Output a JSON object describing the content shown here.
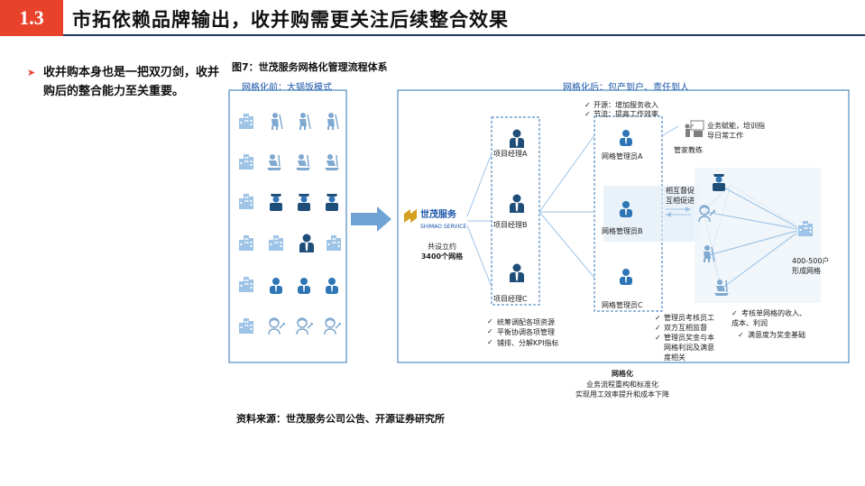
{
  "header": {
    "section_number": "1.3",
    "title": "市拓依赖品牌输出，收并购需更关注后续整合效果"
  },
  "bullet": {
    "text": "收并购本身也是一把双刃剑，收并购后的整合能力至关重要。"
  },
  "figure": {
    "title": "图7：世茂服务网格化管理流程体系",
    "source": "资料来源：世茂服务公司公告、开源证券研究所"
  },
  "left_panel": {
    "label": "网格化前：大锅饭模式"
  },
  "right_panel": {
    "label": "网格化后：包产到户、责任到人",
    "logo_text": "世茂服务",
    "logo_subtext": "SHIMAO SERVICE",
    "logo_caption_1": "共设立约",
    "logo_caption_2": "3400个网格",
    "managers": [
      "项目经理A",
      "项目经理B",
      "项目经理C"
    ],
    "manager_notes": [
      "统筹调配各项资源",
      "平衡协调各项管理",
      "铺排、分解KPI指标"
    ],
    "grid_admins": [
      "网格管理员A",
      "网格管理员B",
      "网格管理员C"
    ],
    "top_notes": [
      "开源：增加服务收入",
      "节流：提高工作效率"
    ],
    "coach_label": "管家教练",
    "coach_note_1": "业务赋能，培训指",
    "coach_note_2": "导日常工作",
    "supervise_1": "相互督促",
    "supervise_2": "互相促进",
    "households_1": "400-500户",
    "households_2": "形成网格",
    "admin_notes": [
      "管理员考核员工",
      "双方互相监督",
      "管理员奖金与本",
      "网格利润及满意",
      "度相关"
    ],
    "assess_notes": [
      "考核单网格的收入、",
      "成本、利润",
      "满意度为奖金基础"
    ]
  },
  "bottom": {
    "title": "网格化",
    "line1": "业务流程重构和标准化",
    "line2": "实现用工效率提升和成本下降"
  },
  "colors": {
    "accent": "#e8432a",
    "navy": "#1f3864",
    "blue": "#2e75b6",
    "light_blue": "#9dc3e6"
  }
}
